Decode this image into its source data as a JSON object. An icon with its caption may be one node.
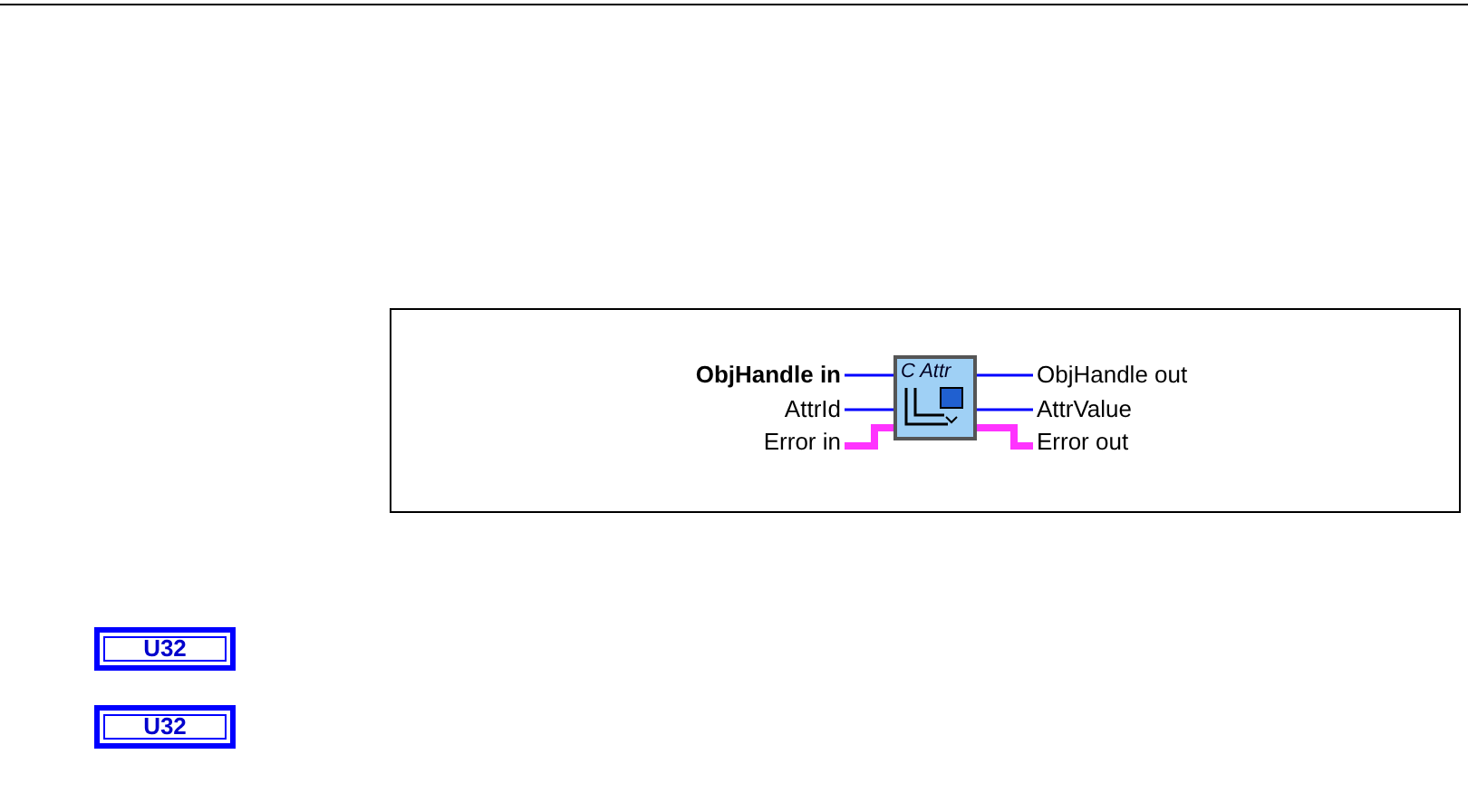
{
  "diagram": {
    "nodes": [
      {
        "text": [],
        "shape": "box"
      },
      {
        "text": [
          "ObjHandle in"
        ],
        "in": 0
      },
      {
        "text": [
          "AttrId"
        ],
        "in": 0
      },
      {
        "text": [
          "Error in"
        ],
        "in": 0
      },
      {
        "text": [
          "C Attr"
        ],
        "in": 0
      },
      {
        "text": [
          "ObjHandle out"
        ],
        "in": 0
      },
      {
        "text": [
          "AttrValue"
        ],
        "in": 0
      },
      {
        "text": [
          "Error out"
        ],
        "in": 0
      }
    ],
    "edges": [
      {
        "from": 1,
        "to": 4,
        "arrow": "none"
      },
      {
        "from": 2,
        "to": 4,
        "arrow": "none"
      },
      {
        "from": 3,
        "to": 4,
        "arrow": "none",
        "style": "thick",
        "color": "#ff33ff"
      },
      {
        "from": 4,
        "to": 5,
        "arrow": "none"
      },
      {
        "from": 4,
        "to": 6,
        "arrow": "none"
      },
      {
        "from": 4,
        "to": 7,
        "arrow": "none",
        "style": "thick",
        "color": "#ff33ff"
      }
    ],
    "labels": [
      "U32",
      "U32"
    ]
  }
}
